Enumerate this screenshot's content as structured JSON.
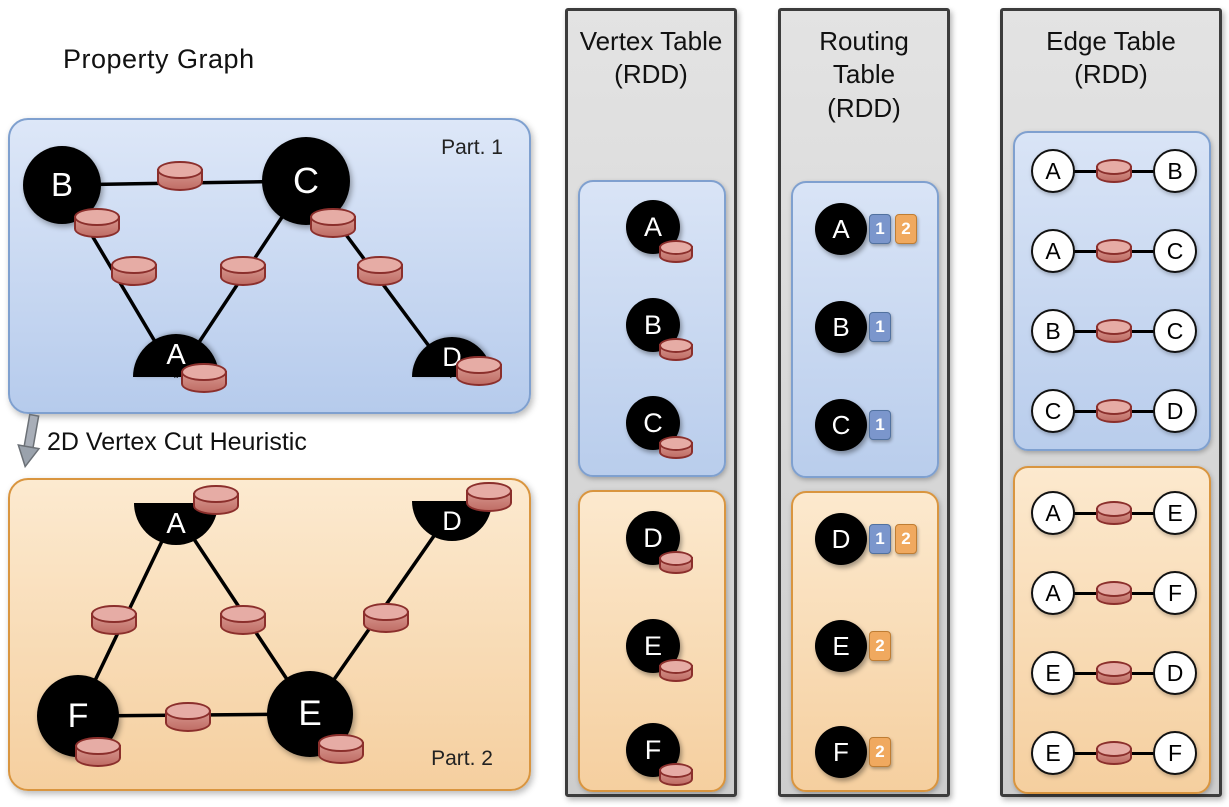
{
  "property_graph": {
    "title": "Property Graph",
    "cut_heuristic_label": "2D Vertex Cut Heuristic",
    "partition1": {
      "label": "Part. 1",
      "vertices": {
        "B": "B",
        "C": "C",
        "A": "A",
        "D": "D"
      }
    },
    "partition2": {
      "label": "Part. 2",
      "vertices": {
        "A": "A",
        "D": "D",
        "F": "F",
        "E": "E"
      }
    }
  },
  "vertex_table": {
    "title": "Vertex Table",
    "subtitle": "(RDD)",
    "partition1": [
      "A",
      "B",
      "C"
    ],
    "partition2": [
      "D",
      "E",
      "F"
    ]
  },
  "routing_table": {
    "title": "Routing Table",
    "subtitle": "(RDD)",
    "partition1": [
      {
        "vertex": "A",
        "partitions": [
          "1",
          "2"
        ]
      },
      {
        "vertex": "B",
        "partitions": [
          "1"
        ]
      },
      {
        "vertex": "C",
        "partitions": [
          "1"
        ]
      }
    ],
    "partition2": [
      {
        "vertex": "D",
        "partitions": [
          "1",
          "2"
        ]
      },
      {
        "vertex": "E",
        "partitions": [
          "2"
        ]
      },
      {
        "vertex": "F",
        "partitions": [
          "2"
        ]
      }
    ]
  },
  "edge_table": {
    "title": "Edge Table",
    "subtitle": "(RDD)",
    "partition1": [
      {
        "src": "A",
        "dst": "B"
      },
      {
        "src": "A",
        "dst": "C"
      },
      {
        "src": "B",
        "dst": "C"
      },
      {
        "src": "C",
        "dst": "D"
      }
    ],
    "partition2": [
      {
        "src": "A",
        "dst": "E"
      },
      {
        "src": "A",
        "dst": "F"
      },
      {
        "src": "E",
        "dst": "D"
      },
      {
        "src": "E",
        "dst": "F"
      }
    ]
  },
  "colors": {
    "partition1_fill": "#c9d9f0",
    "partition1_border": "#7fa0cf",
    "partition2_fill": "#f9ddbb",
    "partition2_border": "#d9953f",
    "column_fill": "#d7d7d7",
    "column_border": "#3c3c3c",
    "cylinder_fill": "#d08078",
    "cylinder_border": "#8b2f2c",
    "vertex_fill": "#000000",
    "vertex_text": "#ffffff",
    "badge_partition1": "#7b96cc",
    "badge_partition2": "#f0a95f"
  }
}
